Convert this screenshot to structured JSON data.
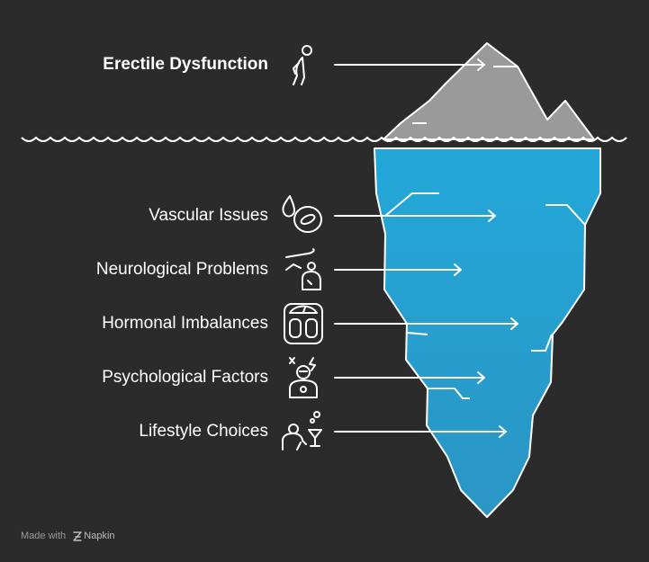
{
  "colors": {
    "background": "#2b2b2b",
    "tip": "#9a9a9a",
    "water_top": "#23a8d9",
    "water_bottom": "#2a95c4",
    "line": "#ffffff"
  },
  "above_water": {
    "label": "Erectile Dysfunction",
    "icon": "person-stooped-icon"
  },
  "below_water": [
    {
      "label": "Vascular Issues",
      "icon": "blood-cell-icon"
    },
    {
      "label": "Neurological Problems",
      "icon": "nerve-pain-icon"
    },
    {
      "label": "Hormonal Imbalances",
      "icon": "scale-icon"
    },
    {
      "label": "Psychological Factors",
      "icon": "stressed-person-icon"
    },
    {
      "label": "Lifestyle Choices",
      "icon": "person-drink-icon"
    }
  ],
  "footer": {
    "made_with": "Made with",
    "brand": "Napkin",
    "icon": "napkin-logo-icon"
  }
}
